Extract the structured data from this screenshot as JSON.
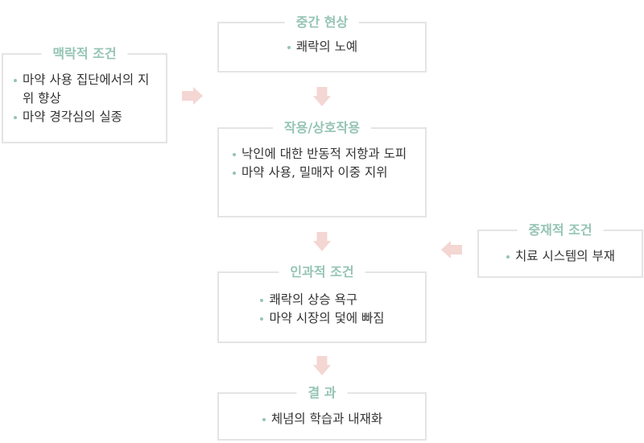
{
  "boxes": {
    "phenomenon": {
      "title": "중간 현상",
      "items": [
        "쾌락의 노예"
      ]
    },
    "context": {
      "title": "맥락적 조건",
      "items": [
        "마약 사용 집단에서의 지위 향상",
        "마약 경각심의 실종"
      ]
    },
    "action": {
      "title": "작용/상호작용",
      "items": [
        "낙인에 대한 반동적 저항과 도피",
        "마약 사용, 밀매자 이중 지위"
      ]
    },
    "intervening": {
      "title": "중재적 조건",
      "items": [
        "치료 시스템의 부재"
      ]
    },
    "causal": {
      "title": "인과적 조건",
      "items": [
        "쾌락의 상승 욕구",
        "마약 시장의 덫에 빠짐"
      ]
    },
    "result": {
      "title": "결  과",
      "items": [
        "체념의 학습과 내재화"
      ]
    }
  },
  "colors": {
    "title": "#95c4b4",
    "border": "#e4e4e4",
    "arrow": "#f4d6d3",
    "text": "#333333"
  }
}
